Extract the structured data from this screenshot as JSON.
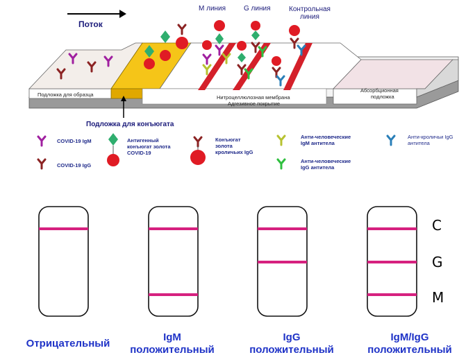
{
  "top": {
    "flow_label": "Поток",
    "m_line": "M линия",
    "g_line": "G линия",
    "control_line": "Контрольная\nлиния",
    "sample_pad": "Подложка для образца",
    "conjugate_pad": "Подложка для конъюгата",
    "membrane_line1": "Нитроцеллюлозная мембрана",
    "membrane_line2": "Адгезивное покрытие",
    "absorbent_line1": "Абсорбционная",
    "absorbent_line2": "подложка"
  },
  "legend": {
    "igm": "COVID-19 IgM",
    "igg": "COVID-19 IgG",
    "antigen_line1": "Антигенный",
    "antigen_line2": "конъюгат золота",
    "antigen_line3": "COVID-19",
    "rabbit_line1": "Конъюгат",
    "rabbit_line2": "золота",
    "rabbit_line3": "кроличьих IgG",
    "anti_igm_line1": "Анти-человеческие",
    "anti_igm_line2": "IgM антитела",
    "anti_igg_line1": "Анти-человеческие",
    "anti_igg_line2": "IgG антитела",
    "anti_rabbit_line1": "Анти-кроличьи IgG",
    "anti_rabbit_line2": "антитела"
  },
  "results": {
    "letters": [
      "C",
      "G",
      "M"
    ],
    "strips": [
      {
        "line1": "Отрицательный",
        "line2": "",
        "lines": [
          "C"
        ]
      },
      {
        "line1": "IgM",
        "line2": "положительный",
        "lines": [
          "C",
          "M"
        ]
      },
      {
        "line1": "IgG",
        "line2": "положительный",
        "lines": [
          "C",
          "G"
        ]
      },
      {
        "line1": "IgM/IgG",
        "line2": "положительный",
        "lines": [
          "C",
          "G",
          "M"
        ]
      }
    ]
  },
  "colors": {
    "band": "#d6217f",
    "test_line": "#d4202a",
    "conjugate_pad": "#f5c518",
    "label_blue": "#1f33c7",
    "igm": "#a020a0",
    "igg": "#8b2323",
    "antigen": "#2fae6e",
    "gold": "#e01b24",
    "anti_igm": "#b7c230",
    "anti_igg": "#2fbf3f",
    "anti_rabbit": "#2a7fb8"
  }
}
